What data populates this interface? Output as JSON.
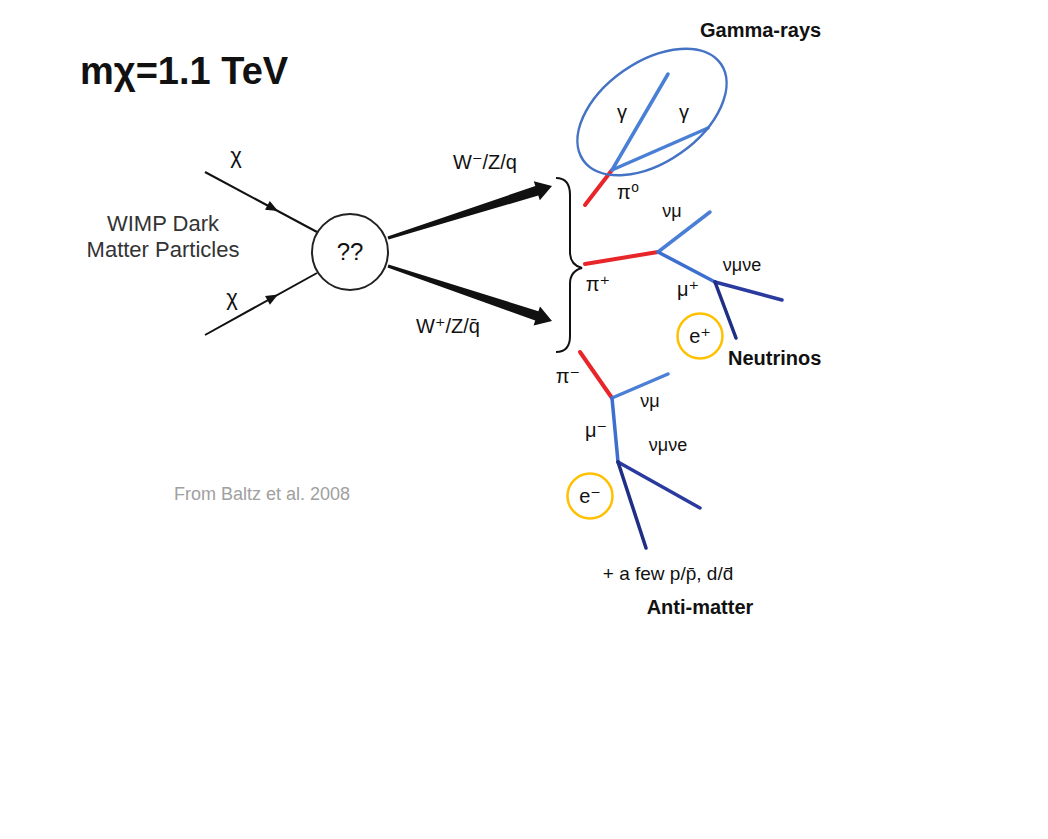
{
  "diagram": {
    "nodes": [
      {
        "text": [
          "??"
        ]
      },
      {
        "text": [
          "γ",
          "γ"
        ]
      },
      {
        "text": [
          "e⁺"
        ]
      },
      {
        "text": [
          "e⁻"
        ]
      }
    ],
    "labels": [
      "mχ=1.1 TeV",
      "Gamma-rays",
      "π⁰",
      "χ",
      "W⁻/Z/q",
      "WIMP Dark Matter Particles",
      "π⁺",
      "W⁺/Z/q̄",
      "χ",
      "νμ",
      "νμνe",
      "μ⁺",
      "Neutrinos",
      "π⁻",
      "νμ",
      "From Baltz et al. 2008",
      "μ⁻",
      "νμνe",
      "+ a few p/p̄, d/d̄",
      "Anti-matter"
    ]
  }
}
